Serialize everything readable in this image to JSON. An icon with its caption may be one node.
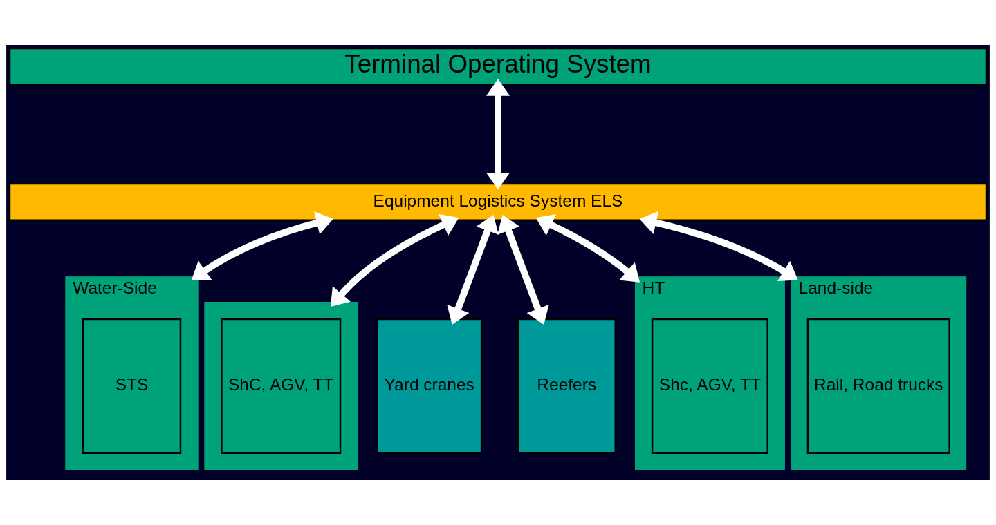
{
  "diagram": {
    "nodes": [
      {
        "text": [
          "Terminal Operating System"
        ]
      },
      {
        "text": [
          "Equipment Logistics System ELS"
        ]
      },
      {
        "text": [
          "Water-Side"
        ]
      },
      {
        "text": [
          "STS"
        ],
        "in": 2
      },
      {
        "text": [],
        "shape": "box"
      },
      {
        "text": [
          "ShC, AGV, TT"
        ],
        "in": 4
      },
      {
        "text": [
          "Yard cranes"
        ]
      },
      {
        "text": [
          "Reefers"
        ]
      },
      {
        "text": [
          "HT"
        ]
      },
      {
        "text": [
          "Shc, AGV, TT"
        ],
        "in": 8
      },
      {
        "text": [
          "Land-side"
        ]
      },
      {
        "text": [
          "Rail, Road trucks"
        ],
        "in": 10
      }
    ],
    "edges": [
      {
        "from": 0,
        "to": 1,
        "arrow": "both"
      },
      {
        "from": 1,
        "to": 2,
        "arrow": "both"
      },
      {
        "from": 1,
        "to": 4,
        "arrow": "both"
      },
      {
        "from": 1,
        "to": 6,
        "arrow": "both"
      },
      {
        "from": 1,
        "to": 7,
        "arrow": "both"
      },
      {
        "from": 1,
        "to": 8,
        "arrow": "both"
      },
      {
        "from": 1,
        "to": 10,
        "arrow": "both"
      }
    ]
  }
}
